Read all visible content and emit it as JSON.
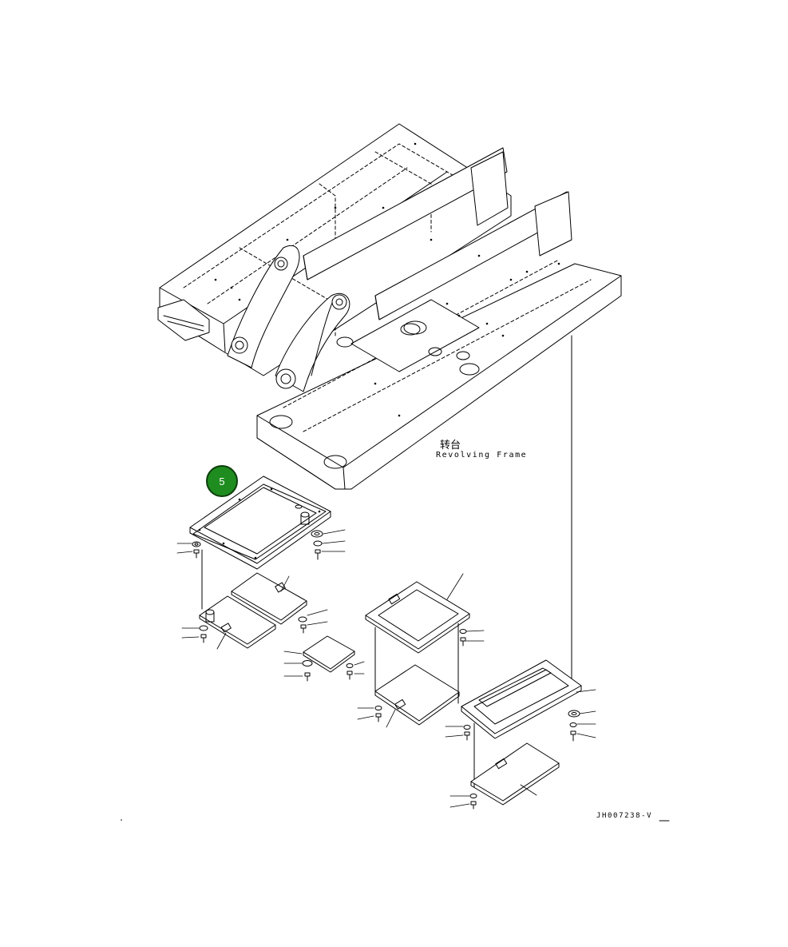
{
  "diagram": {
    "frame_label_cn": "转台",
    "frame_label_en": "Revolving Frame",
    "drawing_reference": "JH007238-V",
    "callout_number": "5",
    "callout_color": "#1e8c1e"
  }
}
